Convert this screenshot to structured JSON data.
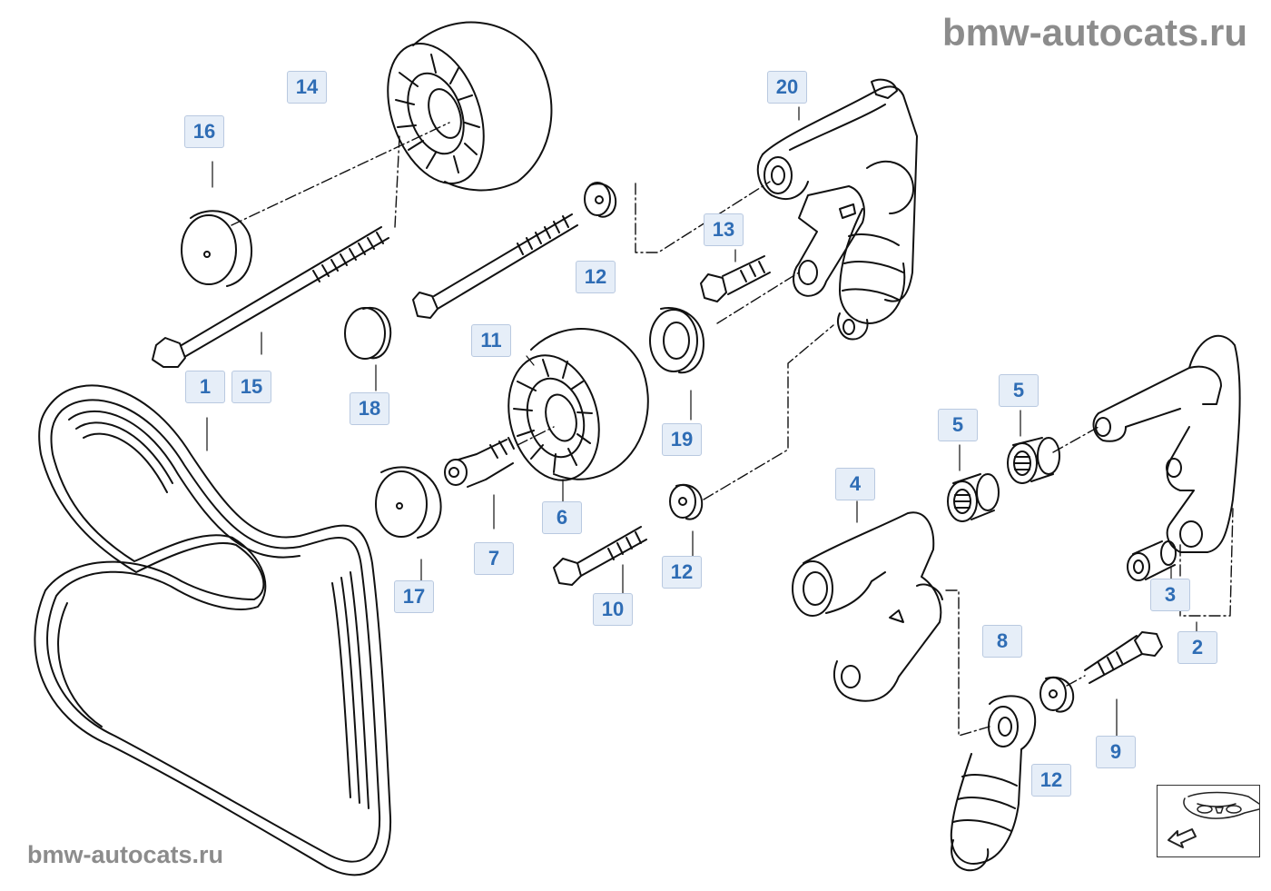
{
  "watermark": {
    "top": "bmw-autocats.ru",
    "bottom": "bmw-autocats.ru"
  },
  "callouts": [
    {
      "label": "1"
    },
    {
      "label": "15"
    },
    {
      "label": "14"
    },
    {
      "label": "16"
    },
    {
      "label": "18"
    },
    {
      "label": "11"
    },
    {
      "label": "12"
    },
    {
      "label": "20"
    },
    {
      "label": "13"
    },
    {
      "label": "19"
    },
    {
      "label": "6"
    },
    {
      "label": "7"
    },
    {
      "label": "17"
    },
    {
      "label": "10"
    },
    {
      "label": "12"
    },
    {
      "label": "4"
    },
    {
      "label": "5"
    },
    {
      "label": "5"
    },
    {
      "label": "3"
    },
    {
      "label": "2"
    },
    {
      "label": "8"
    },
    {
      "label": "9"
    },
    {
      "label": "12"
    }
  ],
  "colors": {
    "callout_text": "#2f6db5",
    "callout_background": "#e6eef8",
    "callout_border": "#b9c9e0",
    "watermark": "#8c8c8c",
    "line_art": "#111111"
  },
  "nav_icon": "arrow-back-car-icon"
}
